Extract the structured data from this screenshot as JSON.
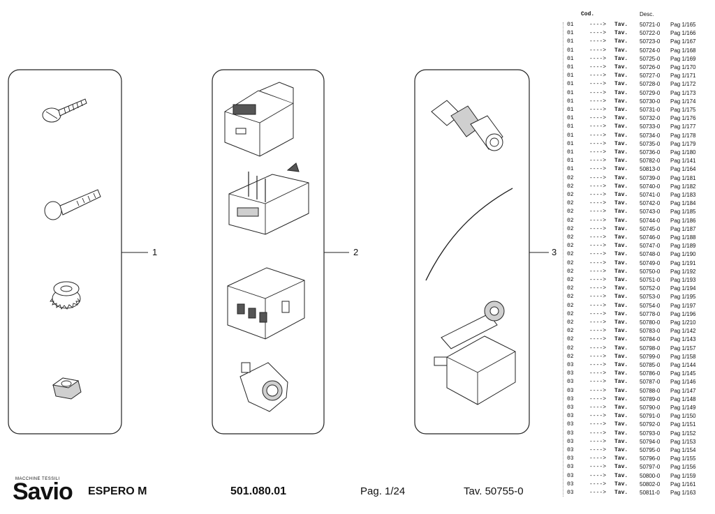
{
  "footer": {
    "brand_small": "MACCHINE TESSILI",
    "brand": "Savio",
    "model": "ESPERO M",
    "doc_number": "501.080.01",
    "page": "Pag. 1/24",
    "table": "Tav. 50755-0"
  },
  "groups": [
    "1",
    "2",
    "3"
  ],
  "listing": {
    "header_code": "Cod.",
    "header_desc": "Desc.",
    "rows": [
      {
        "code": "01",
        "arrow": "---->",
        "tav": "Tav.",
        "num": "50721-0",
        "pag": "Pag 1/165"
      },
      {
        "code": "01",
        "arrow": "---->",
        "tav": "Tav.",
        "num": "50722-0",
        "pag": "Pag 1/166"
      },
      {
        "code": "01",
        "arrow": "---->",
        "tav": "Tav.",
        "num": "50723-0",
        "pag": "Pag 1/167"
      },
      {
        "code": "01",
        "arrow": "---->",
        "tav": "Tav.",
        "num": "50724-0",
        "pag": "Pag 1/168"
      },
      {
        "code": "01",
        "arrow": "---->",
        "tav": "Tav.",
        "num": "50725-0",
        "pag": "Pag 1/169"
      },
      {
        "code": "01",
        "arrow": "---->",
        "tav": "Tav.",
        "num": "50726-0",
        "pag": "Pag 1/170"
      },
      {
        "code": "01",
        "arrow": "---->",
        "tav": "Tav.",
        "num": "50727-0",
        "pag": "Pag 1/171"
      },
      {
        "code": "01",
        "arrow": "---->",
        "tav": "Tav.",
        "num": "50728-0",
        "pag": "Pag 1/172"
      },
      {
        "code": "01",
        "arrow": "---->",
        "tav": "Tav.",
        "num": "50729-0",
        "pag": "Pag 1/173"
      },
      {
        "code": "01",
        "arrow": "---->",
        "tav": "Tav.",
        "num": "50730-0",
        "pag": "Pag 1/174"
      },
      {
        "code": "01",
        "arrow": "---->",
        "tav": "Tav.",
        "num": "50731-0",
        "pag": "Pag 1/175"
      },
      {
        "code": "01",
        "arrow": "---->",
        "tav": "Tav.",
        "num": "50732-0",
        "pag": "Pag 1/176"
      },
      {
        "code": "01",
        "arrow": "---->",
        "tav": "Tav.",
        "num": "50733-0",
        "pag": "Pag 1/177"
      },
      {
        "code": "01",
        "arrow": "---->",
        "tav": "Tav.",
        "num": "50734-0",
        "pag": "Pag 1/178"
      },
      {
        "code": "01",
        "arrow": "---->",
        "tav": "Tav.",
        "num": "50735-0",
        "pag": "Pag 1/179"
      },
      {
        "code": "01",
        "arrow": "---->",
        "tav": "Tav.",
        "num": "50736-0",
        "pag": "Pag 1/180"
      },
      {
        "code": "01",
        "arrow": "---->",
        "tav": "Tav.",
        "num": "50782-0",
        "pag": "Pag 1/141"
      },
      {
        "code": "01",
        "arrow": "---->",
        "tav": "Tav.",
        "num": "50813-0",
        "pag": "Pag 1/164"
      },
      {
        "code": "02",
        "arrow": "---->",
        "tav": "Tav.",
        "num": "50739-0",
        "pag": "Pag 1/181"
      },
      {
        "code": "02",
        "arrow": "---->",
        "tav": "Tav.",
        "num": "50740-0",
        "pag": "Pag 1/182"
      },
      {
        "code": "02",
        "arrow": "---->",
        "tav": "Tav.",
        "num": "50741-0",
        "pag": "Pag 1/183"
      },
      {
        "code": "02",
        "arrow": "---->",
        "tav": "Tav.",
        "num": "50742-0",
        "pag": "Pag 1/184"
      },
      {
        "code": "02",
        "arrow": "---->",
        "tav": "Tav.",
        "num": "50743-0",
        "pag": "Pag 1/185"
      },
      {
        "code": "02",
        "arrow": "---->",
        "tav": "Tav.",
        "num": "50744-0",
        "pag": "Pag 1/186"
      },
      {
        "code": "02",
        "arrow": "---->",
        "tav": "Tav.",
        "num": "50745-0",
        "pag": "Pag 1/187"
      },
      {
        "code": "02",
        "arrow": "---->",
        "tav": "Tav.",
        "num": "50746-0",
        "pag": "Pag 1/188"
      },
      {
        "code": "02",
        "arrow": "---->",
        "tav": "Tav.",
        "num": "50747-0",
        "pag": "Pag 1/189"
      },
      {
        "code": "02",
        "arrow": "---->",
        "tav": "Tav.",
        "num": "50748-0",
        "pag": "Pag 1/190"
      },
      {
        "code": "02",
        "arrow": "---->",
        "tav": "Tav.",
        "num": "50749-0",
        "pag": "Pag 1/191"
      },
      {
        "code": "02",
        "arrow": "---->",
        "tav": "Tav.",
        "num": "50750-0",
        "pag": "Pag 1/192"
      },
      {
        "code": "02",
        "arrow": "---->",
        "tav": "Tav.",
        "num": "50751-0",
        "pag": "Pag 1/193"
      },
      {
        "code": "02",
        "arrow": "---->",
        "tav": "Tav.",
        "num": "50752-0",
        "pag": "Pag 1/194"
      },
      {
        "code": "02",
        "arrow": "---->",
        "tav": "Tav.",
        "num": "50753-0",
        "pag": "Pag 1/195"
      },
      {
        "code": "02",
        "arrow": "---->",
        "tav": "Tav.",
        "num": "50754-0",
        "pag": "Pag 1/197"
      },
      {
        "code": "02",
        "arrow": "---->",
        "tav": "Tav.",
        "num": "50778-0",
        "pag": "Pag 1/196"
      },
      {
        "code": "02",
        "arrow": "---->",
        "tav": "Tav.",
        "num": "50780-0",
        "pag": "Pag 1/210"
      },
      {
        "code": "02",
        "arrow": "---->",
        "tav": "Tav.",
        "num": "50783-0",
        "pag": "Pag 1/142"
      },
      {
        "code": "02",
        "arrow": "---->",
        "tav": "Tav.",
        "num": "50784-0",
        "pag": "Pag 1/143"
      },
      {
        "code": "02",
        "arrow": "---->",
        "tav": "Tav.",
        "num": "50798-0",
        "pag": "Pag 1/157"
      },
      {
        "code": "02",
        "arrow": "---->",
        "tav": "Tav.",
        "num": "50799-0",
        "pag": "Pag 1/158"
      },
      {
        "code": "03",
        "arrow": "---->",
        "tav": "Tav.",
        "num": "50785-0",
        "pag": "Pag 1/144"
      },
      {
        "code": "03",
        "arrow": "---->",
        "tav": "Tav.",
        "num": "50786-0",
        "pag": "Pag 1/145"
      },
      {
        "code": "03",
        "arrow": "---->",
        "tav": "Tav.",
        "num": "50787-0",
        "pag": "Pag 1/146"
      },
      {
        "code": "03",
        "arrow": "---->",
        "tav": "Tav.",
        "num": "50788-0",
        "pag": "Pag 1/147"
      },
      {
        "code": "03",
        "arrow": "---->",
        "tav": "Tav.",
        "num": "50789-0",
        "pag": "Pag 1/148"
      },
      {
        "code": "03",
        "arrow": "---->",
        "tav": "Tav.",
        "num": "50790-0",
        "pag": "Pag 1/149"
      },
      {
        "code": "03",
        "arrow": "---->",
        "tav": "Tav.",
        "num": "50791-0",
        "pag": "Pag 1/150"
      },
      {
        "code": "03",
        "arrow": "---->",
        "tav": "Tav.",
        "num": "50792-0",
        "pag": "Pag 1/151"
      },
      {
        "code": "03",
        "arrow": "---->",
        "tav": "Tav.",
        "num": "50793-0",
        "pag": "Pag 1/152"
      },
      {
        "code": "03",
        "arrow": "---->",
        "tav": "Tav.",
        "num": "50794-0",
        "pag": "Pag 1/153"
      },
      {
        "code": "03",
        "arrow": "---->",
        "tav": "Tav.",
        "num": "50795-0",
        "pag": "Pag 1/154"
      },
      {
        "code": "03",
        "arrow": "---->",
        "tav": "Tav.",
        "num": "50796-0",
        "pag": "Pag 1/155"
      },
      {
        "code": "03",
        "arrow": "---->",
        "tav": "Tav.",
        "num": "50797-0",
        "pag": "Pag 1/156"
      },
      {
        "code": "03",
        "arrow": "---->",
        "tav": "Tav.",
        "num": "50800-0",
        "pag": "Pag 1/159"
      },
      {
        "code": "03",
        "arrow": "---->",
        "tav": "Tav.",
        "num": "50802-0",
        "pag": "Pag 1/161"
      },
      {
        "code": "03",
        "arrow": "---->",
        "tav": "Tav.",
        "num": "50811-0",
        "pag": "Pag 1/163"
      }
    ]
  }
}
